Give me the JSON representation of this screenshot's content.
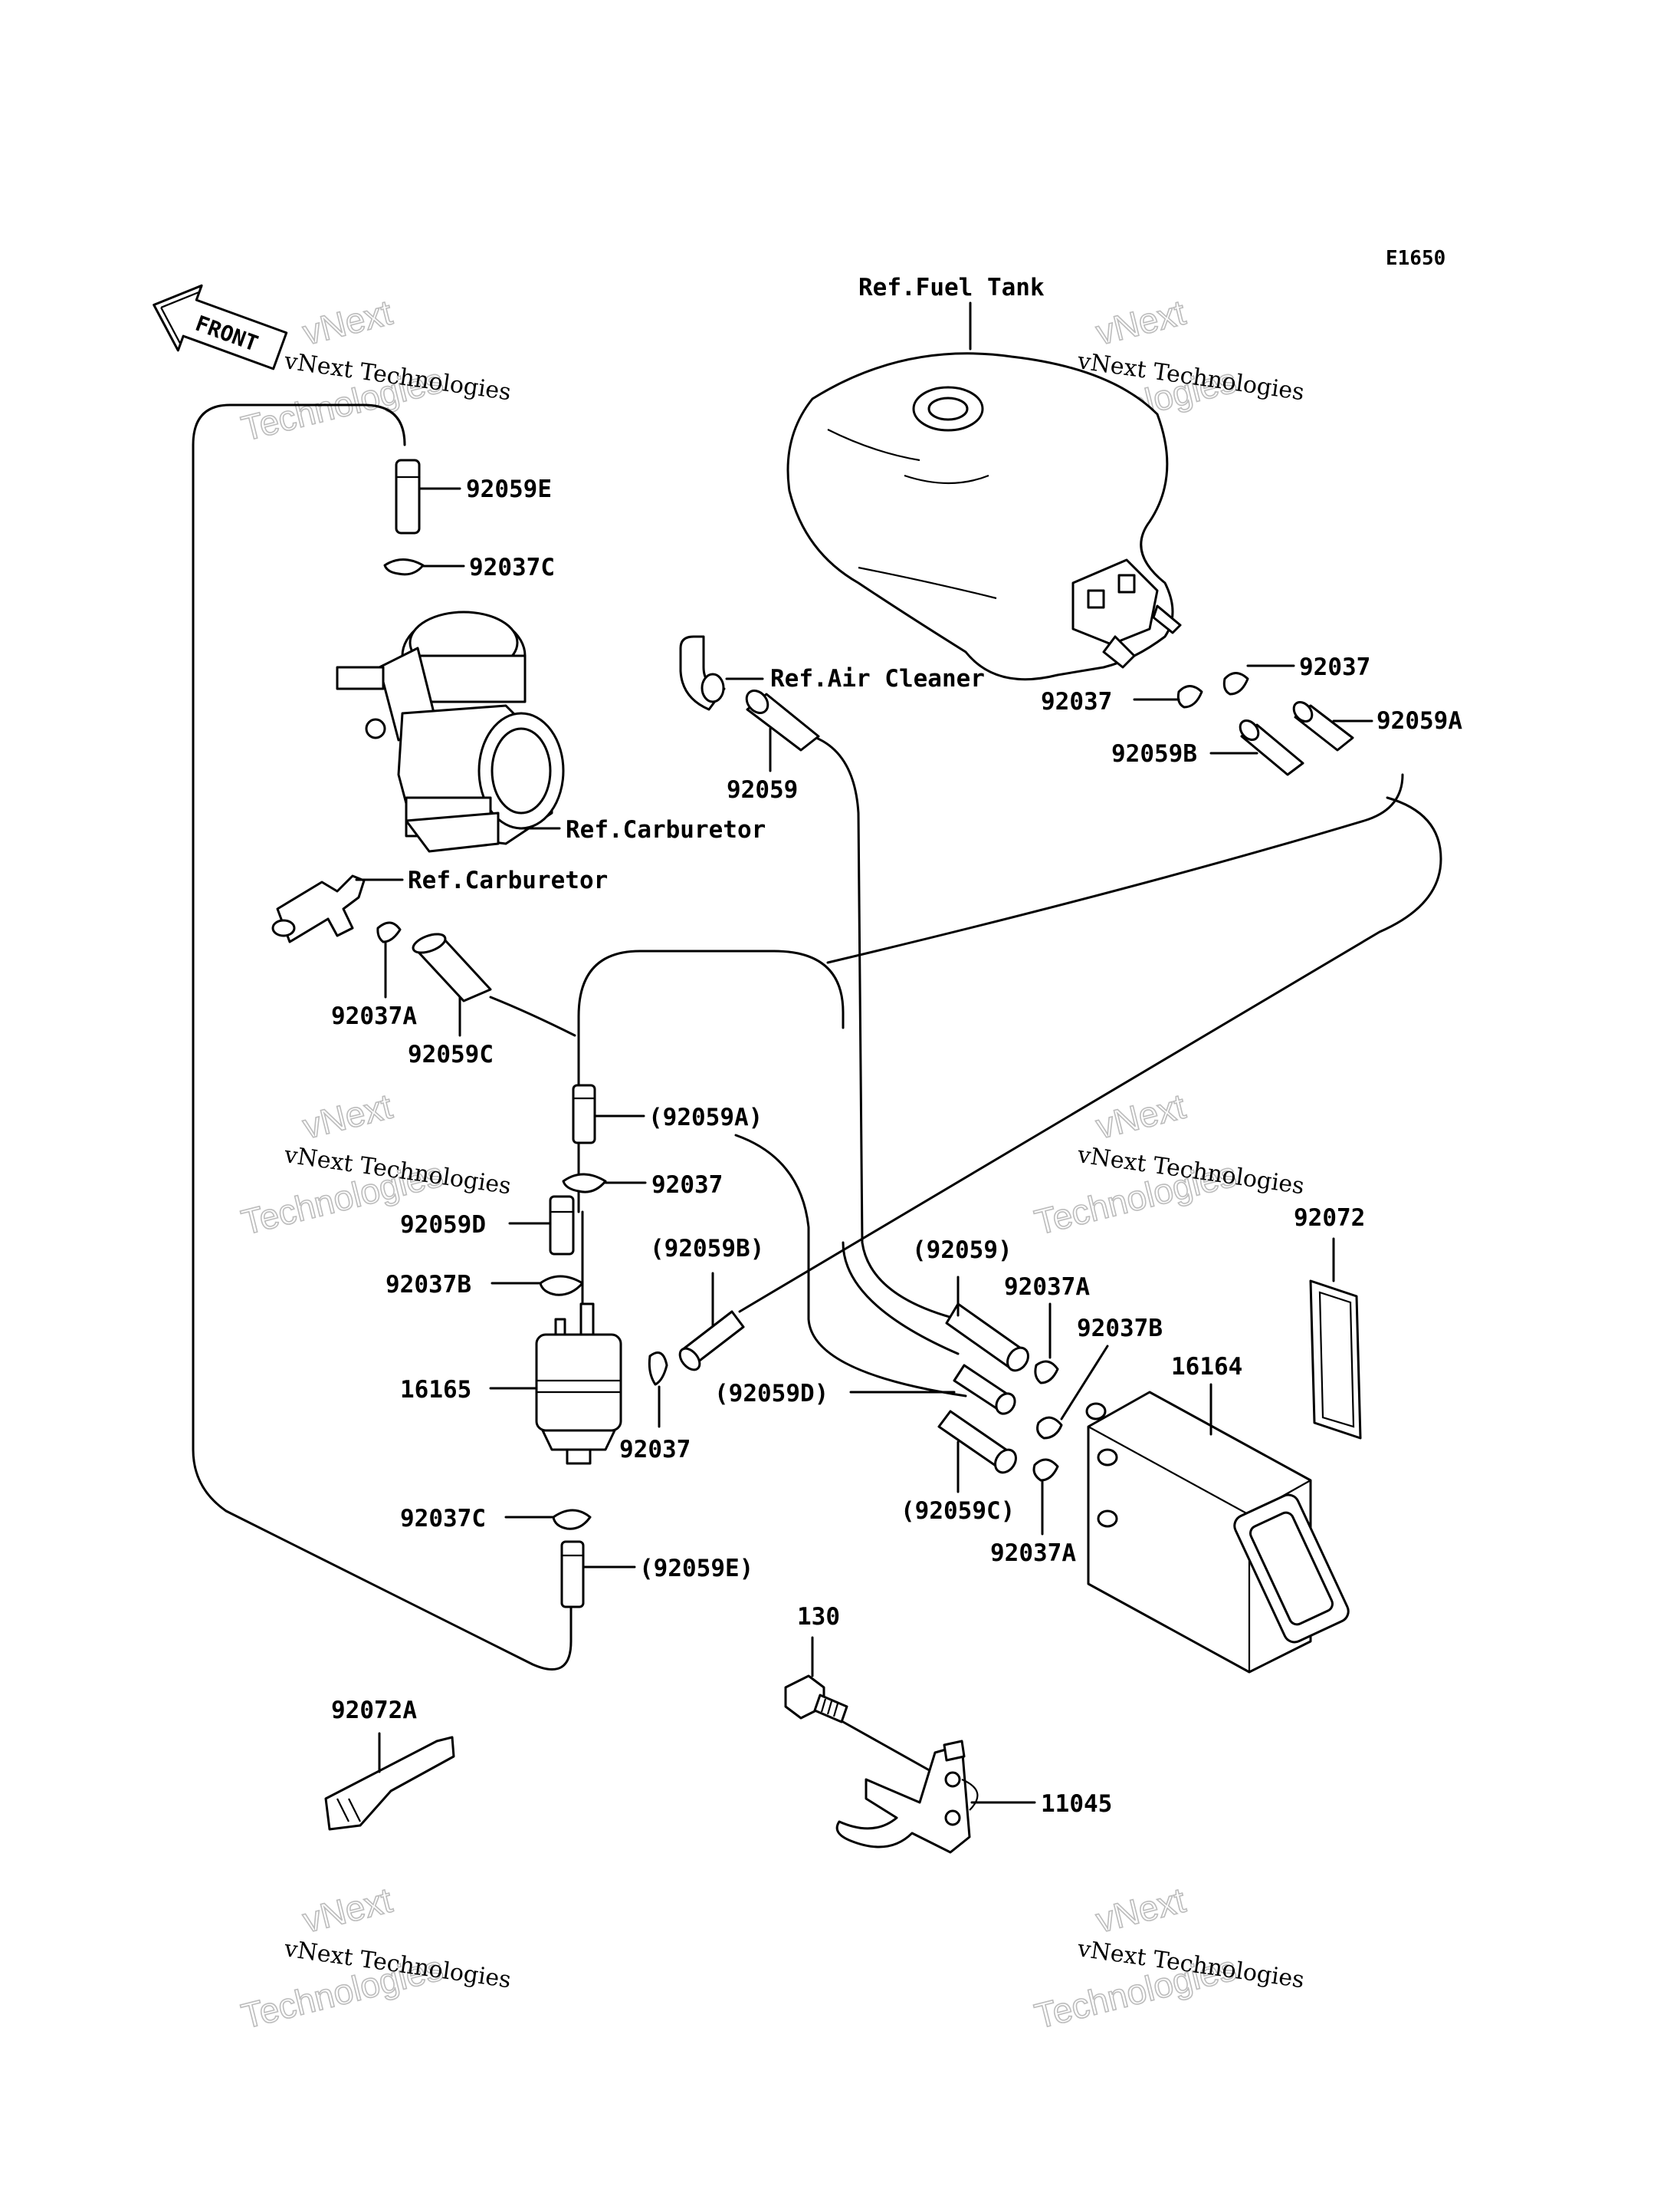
{
  "figure_code": "E1650",
  "front_label": "FRONT",
  "watermark": {
    "line1": "vNext Technologies",
    "line2": "vNext",
    "line3": "Technologies"
  },
  "labels": {
    "fuel_tank": "Ref.Fuel Tank",
    "air_cleaner": "Ref.Air Cleaner",
    "carb_1": "Ref.Carburetor",
    "carb_2": "Ref.Carburetor",
    "p92059E": "92059E",
    "p92037C": "92037C",
    "p92037A": "92037A",
    "p92059C": "92059C",
    "p92059A_paren": "(92059A)",
    "p92037_mid": "92037",
    "p92059D": "92059D",
    "p92037B": "92037B",
    "p16165": "16165",
    "p92037C_low": "92037C",
    "p92059E_paren": "(92059E)",
    "p92059B_paren": "(92059B)",
    "p92037_low": "92037",
    "p92059": "92059",
    "p92037_top1": "92037",
    "p92037_top2": "92037",
    "p92059A": "92059A",
    "p92059B": "92059B",
    "p92059_paren": "(92059)",
    "p92037A_right": "92037A",
    "p92037B_right": "92037B",
    "p92059D_paren": "(92059D)",
    "p92059C_paren": "(92059C)",
    "p92037A_right_low": "92037A",
    "p16164": "16164",
    "p92072": "92072",
    "p92072A": "92072A",
    "p130": "130",
    "p11045": "11045"
  }
}
